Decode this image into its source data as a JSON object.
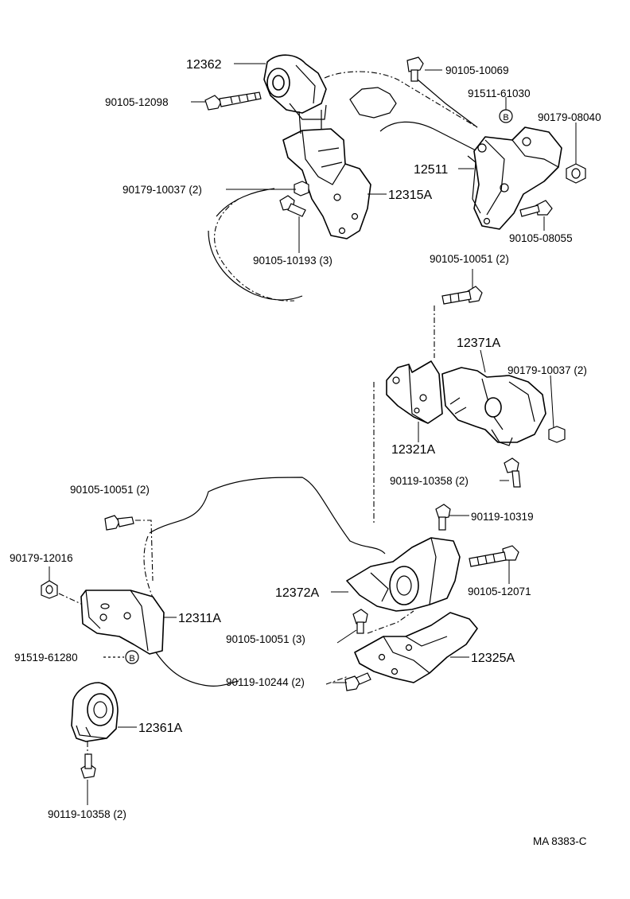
{
  "labels": {
    "p12362": "12362",
    "p90105_10069": "90105-10069",
    "p90105_12098": "90105-12098",
    "p91511_61030": "91511-61030",
    "p90179_08040": "90179-08040",
    "p12511": "12511",
    "p90179_10037_top": "90179-10037 (2)",
    "p12315A": "12315A",
    "p90105_08055": "90105-08055",
    "p90105_10193": "90105-10193 (3)",
    "p90105_10051_mid": "90105-10051 (2)",
    "p12371A": "12371A",
    "p90179_10037_right": "90179-10037 (2)",
    "p12321A": "12321A",
    "p90119_10358_mid": "90119-10358 (2)",
    "p90105_10051_left": "90105-10051 (2)",
    "p90119_10319": "90119-10319",
    "p90179_12016": "90179-12016",
    "p12372A": "12372A",
    "p90105_12071": "90105-12071",
    "p12311A": "12311A",
    "p90105_10051_low": "90105-10051 (3)",
    "p91519_61280": "91519-61280",
    "p12325A": "12325A",
    "p90119_10244": "90119-10244 (2)",
    "p12361A": "12361A",
    "p90119_10358_bottom": "90119-10358 (2)",
    "markerB": "B",
    "figure_code": "MA 8383-C"
  }
}
